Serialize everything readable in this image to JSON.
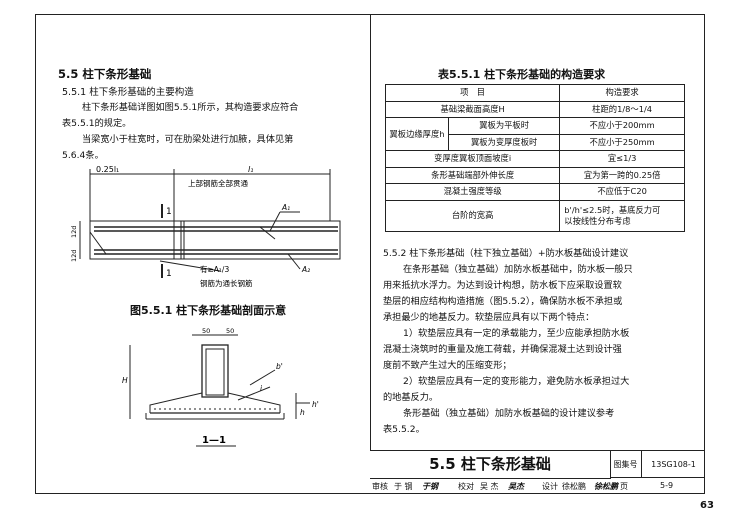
{
  "section": {
    "title": "5.5 柱下条形基础",
    "sub_heading": "5.5.1 柱下条形基础的主要构造",
    "para1": "柱下条形基础详图如图5.5.1所示，其构造要求应符合",
    "para1b": "表5.5.1的规定。",
    "para2": "当梁宽小于柱宽时，可在肋梁处进行加腋，具体见第",
    "para2b": "5.6.4条。"
  },
  "figure": {
    "caption": "图5.5.1 柱下条形基础剖面示意",
    "dim_left": "0.25l₁",
    "dim_span": "l₁",
    "label_top_rebar": "上部钢筋全部贯通",
    "label_a1": "A₁",
    "label_a2": "A₂",
    "label_section": "1",
    "label_bottom_rebar_a": "有≥A₁/3",
    "label_bottom_rebar_b": "钢筋为通长钢筋",
    "dim_vert_a": "12d",
    "dim_vert_b": "12d",
    "section_label": "1—1",
    "dim_50_a": "50",
    "dim_50_b": "50",
    "label_b_prime": "b'",
    "label_i": "i",
    "label_h": "h",
    "label_H": "H",
    "label_h_prime": "h'"
  },
  "table": {
    "title": "表5.5.1 柱下条形基础的构造要求",
    "header": [
      "项　目",
      "构造要求"
    ],
    "rows": [
      {
        "item": "基础梁截面高度H",
        "req": "柱距的1/8～1/4"
      },
      {
        "group": "翼板边缘厚度h",
        "sub": "翼板为平板时",
        "req": "不应小于200mm"
      },
      {
        "sub": "翼板为变厚度板时",
        "req": "不应小于250mm"
      },
      {
        "item": "变厚度翼板顶面坡度i",
        "req": "宜≤1/3"
      },
      {
        "item": "条形基础端部外伸长度",
        "req": "宜为第一跨的0.25倍"
      },
      {
        "item": "混凝土强度等级",
        "req": "不应低于C20"
      },
      {
        "item": "台阶的宽高",
        "req_a": "b'/h'≤2.5时，基底反力可",
        "req_b": "以按线性分布考虑"
      }
    ]
  },
  "right_text": {
    "l1": "5.5.2 柱下条形基础（柱下独立基础）+防水板基础设计建议",
    "l2": "在条形基础（独立基础）加防水板基础中，防水板一般只",
    "l3": "用来抵抗水浮力。为达到设计构想，防水板下应采取设置软",
    "l4": "垫层的相应结构构造措施（图5.5.2），确保防水板不承担或",
    "l5": "承担最少的地基反力。软垫层应具有以下两个特点：",
    "l6": "1）软垫层应具有一定的承载能力，至少应能承担防水板",
    "l7": "混凝土浇筑时的重量及施工荷载，并确保混凝土达到设计强",
    "l8": "度前不致产生过大的压缩变形；",
    "l9": "2）软垫层应具有一定的变形能力，避免防水板承担过大",
    "l10": "的地基反力。",
    "l11": "条形基础（独立基础）加防水板基础的设计建议参考",
    "l12": "表5.5.2。"
  },
  "title_block": {
    "main": "5.5 柱下条形基础",
    "atlas_label": "图集号",
    "atlas_no": "13SG108-1",
    "review_label": "审核",
    "review_name": "于 钢",
    "check_label": "校对",
    "check_name": "吴 杰",
    "design_label": "设计",
    "design_name": "徐松鹏",
    "page_label": "页",
    "page_value": "5-9",
    "sig1": "于钢",
    "sig2": "吴杰",
    "sig3": "徐松鹏"
  },
  "page_number": "63"
}
